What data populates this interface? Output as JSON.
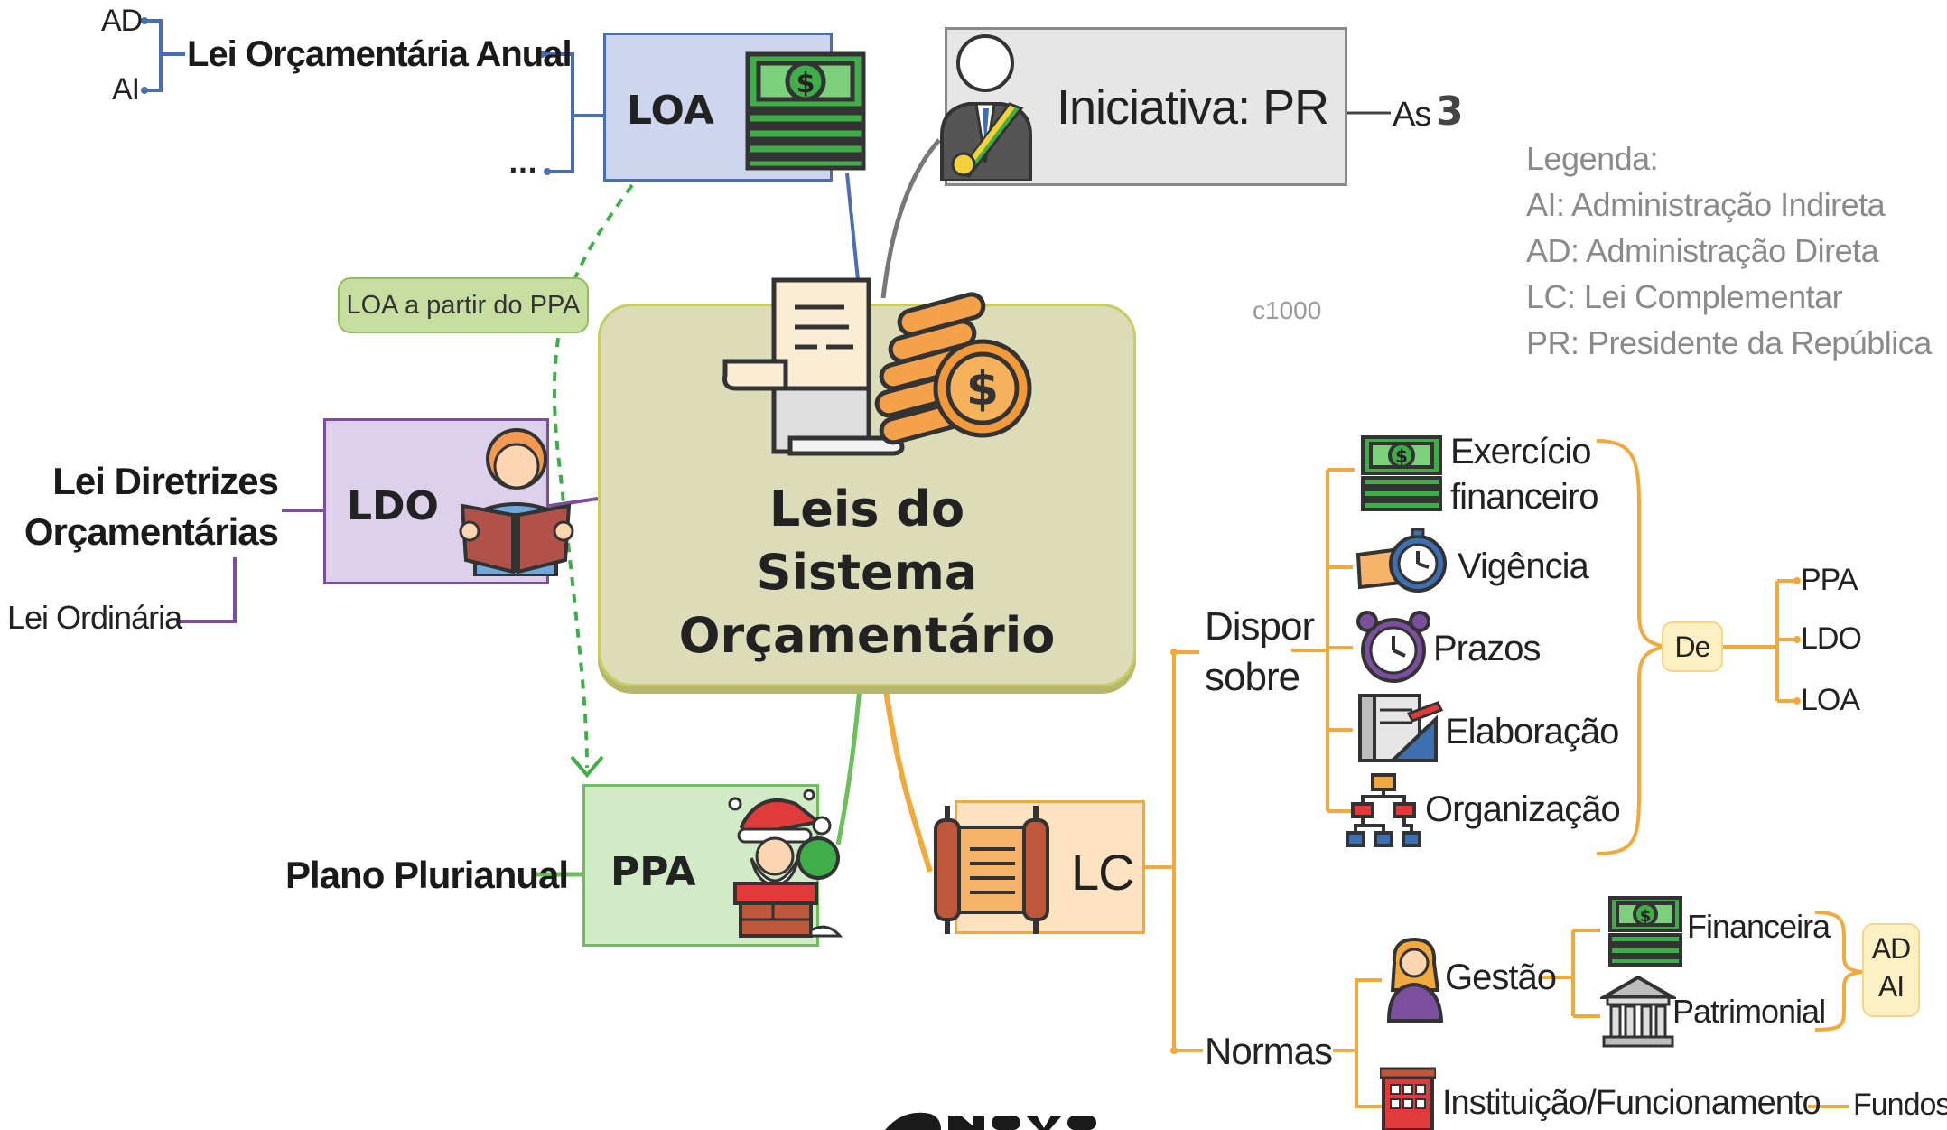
{
  "central": {
    "line1": "Leis do",
    "line2": "Sistema",
    "line3": "Orçamentário"
  },
  "loa": {
    "label": "LOA",
    "name": "Lei Orçamentária Anual",
    "branches": [
      "AD",
      "AI",
      "..."
    ]
  },
  "ldo": {
    "label": "LDO",
    "name_line1": "Lei Diretrizes",
    "name_line2": "Orçamentárias",
    "type": "Lei Ordinária"
  },
  "ppa": {
    "label": "PPA",
    "name": "Plano Plurianual"
  },
  "loa_from_ppa": "LOA a partir do PPA",
  "iniciativa": {
    "label": "Iniciativa: PR",
    "note_prefix": "As",
    "note_number": "3"
  },
  "code": "c1000",
  "legend": {
    "title": "Legenda:",
    "items": [
      "AI: Administração Indireta",
      "AD: Administração Direta",
      "LC: Lei Complementar",
      "PR: Presidente da República"
    ]
  },
  "lc": {
    "label": "LC",
    "dispor": {
      "line1": "Dispor",
      "line2": "sobre"
    },
    "dispor_items": {
      "exercicio_line1": "Exercício",
      "exercicio_line2": "financeiro",
      "vigencia": "Vigência",
      "prazos": "Prazos",
      "elaboracao": "Elaboração",
      "organizacao": "Organização"
    },
    "de_label": "De",
    "de_items": [
      "PPA",
      "LDO",
      "LOA"
    ],
    "normas": "Normas",
    "gestao": "Gestão",
    "gestao_items": [
      "Financeira",
      "Patrimonial"
    ],
    "admin_items": [
      "AD",
      "AI"
    ],
    "instituicao": "Instituição/Funcionamento",
    "fundos": "Fundos"
  },
  "colors": {
    "loa": "#4a6eb5",
    "ldo": "#7b4f9d",
    "ppa": "#6cbf5a",
    "lc": "#f2a93b",
    "iniciativa": "#777777",
    "central_fill": "#dcdcb8",
    "central_border": "#c9cc5e"
  }
}
